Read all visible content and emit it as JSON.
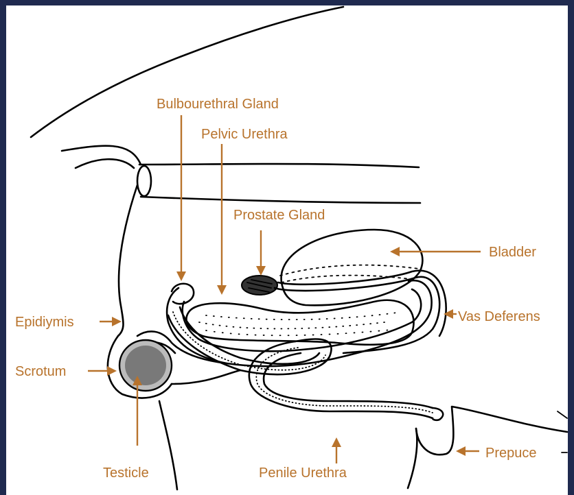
{
  "colors": {
    "label": "#b8732c",
    "frame": "#1f2a4f",
    "line": "#000000"
  },
  "labels": {
    "bulbourethral_gland": "Bulbourethral Gland",
    "pelvic_urethra": "Pelvic Urethra",
    "prostate_gland": "Prostate Gland",
    "bladder": "Bladder",
    "epididymis": "Epidiymis",
    "vas_deferens": "Vas Deferens",
    "scrotum": "Scrotum",
    "testicle": "Testicle",
    "penile_urethra": "Penile Urethra",
    "prepuce": "Prepuce"
  }
}
